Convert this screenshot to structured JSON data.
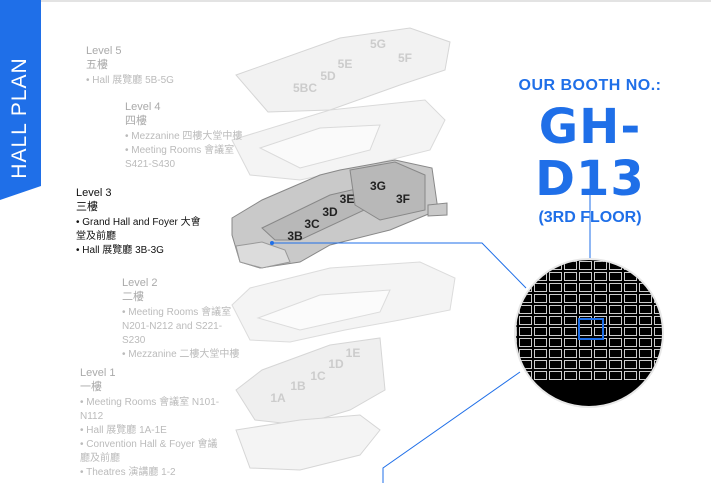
{
  "side_tab": {
    "label": "HALL PLAN"
  },
  "booth": {
    "label": "OUR BOOTH NO.:",
    "number": "GH-D13",
    "floor": "(3RD FLOOR)"
  },
  "levels": [
    {
      "title": "Level 5",
      "cn": "五樓",
      "items": [
        "Hall 展覽廳 5B-5G"
      ]
    },
    {
      "title": "Level 4",
      "cn": "四樓",
      "items": [
        "Mezzanine 四樓大堂中樓",
        "Meeting Rooms 會議室 S421-S430"
      ]
    },
    {
      "title": "Level 3",
      "cn": "三樓",
      "items": [
        "Grand Hall and Foyer 大會堂及前廳",
        "Hall 展覽廳 3B-3G"
      ]
    },
    {
      "title": "Level 2",
      "cn": "二樓",
      "items": [
        "Meeting Rooms 會議室 N201-N212 and S221-S230",
        "Mezzanine 二樓大堂中樓"
      ]
    },
    {
      "title": "Level 1",
      "cn": "一樓",
      "items": [
        "Meeting Rooms 會議室 N101-N112",
        "Hall 展覽廳 1A-1E",
        "Convention Hall & Foyer 會議廳及前廳",
        "Theatres 演講廳 1-2"
      ]
    }
  ],
  "hall_labels": {
    "l5": [
      "5G",
      "5F",
      "5E",
      "5D",
      "5BC"
    ],
    "l3": [
      "3G",
      "3F",
      "3E",
      "3D",
      "3C",
      "3B"
    ],
    "l1": [
      "1E",
      "1D",
      "1C",
      "1B",
      "1A"
    ]
  },
  "colors": {
    "accent": "#1f6fe8"
  }
}
